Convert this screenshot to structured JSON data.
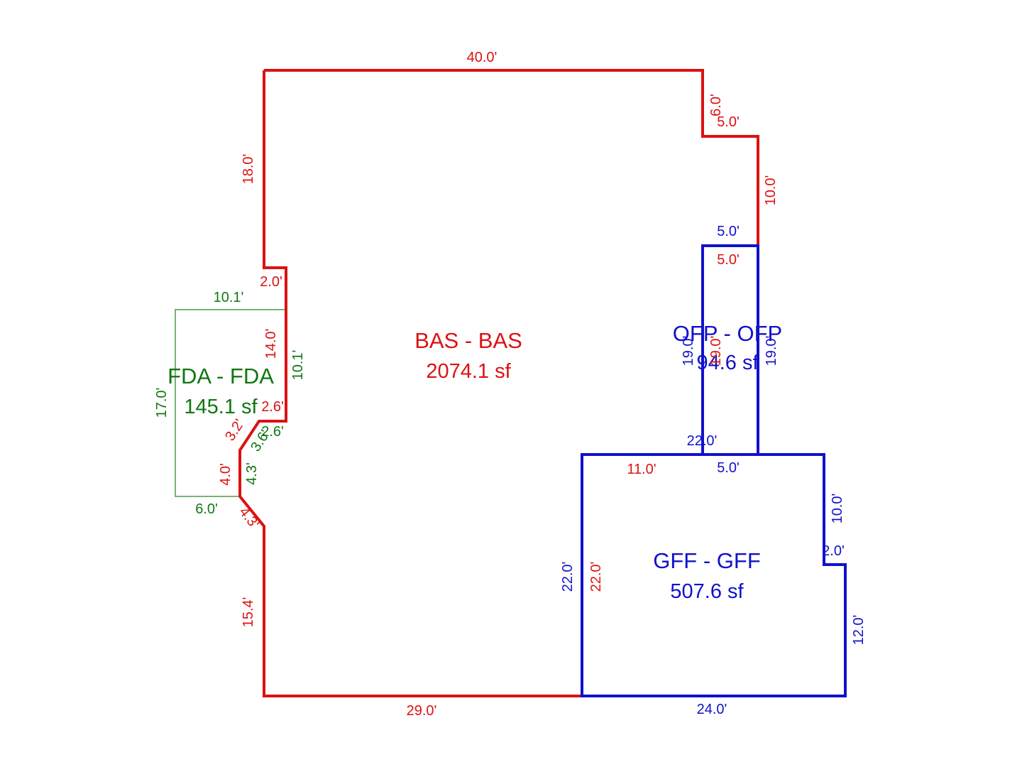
{
  "colors": {
    "bas": "#dd1111",
    "fda": "#117711",
    "ofp": "#1111cc",
    "gff": "#1111cc",
    "fda_outline": "#4a9a4a",
    "background": "#ffffff"
  },
  "areas": {
    "bas": {
      "name": "BAS - BAS",
      "size": "2074.1 sf"
    },
    "fda": {
      "name": "FDA - FDA",
      "size": "145.1 sf"
    },
    "ofp": {
      "name": "OFP - OFP",
      "size": "94.6 sf"
    },
    "gff": {
      "name": "GFF - GFF",
      "size": "507.6 sf"
    }
  },
  "dimensions": {
    "bas": {
      "top": "40.0'",
      "right_step_vertical": "6.0'",
      "right_step_horizontal": "5.0'",
      "right_upper": "10.0'",
      "right_at_ofp": "5.0'",
      "ofp_left": "19.0'",
      "gff_top": "11.0'",
      "gff_left": "22.0'",
      "bottom": "29.0'",
      "left_lower": "15.4'",
      "diag_lower": "4.3'",
      "left_notch": "4.0'",
      "diag_upper": "3.2'",
      "jog_horizontal": "2.6'",
      "inner_vertical": "14.0'",
      "jog_top": "2.0'",
      "left_upper": "18.0'"
    },
    "fda": {
      "top": "10.1'",
      "left": "17.0'",
      "bottom": "6.0'",
      "right_upper": "10.1'",
      "jog": "2.6'",
      "diag": "3.6'",
      "right_lower": "4.3'"
    },
    "ofp": {
      "top": "5.0'",
      "left": "19.0'",
      "right": "19.0'",
      "bottom": "22.0'"
    },
    "gff": {
      "top_segment": "5.0'",
      "right_upper": "10.0'",
      "right_step": "2.0'",
      "right_lower": "12.0'",
      "bottom": "24.0'",
      "left": "22.0'"
    }
  }
}
